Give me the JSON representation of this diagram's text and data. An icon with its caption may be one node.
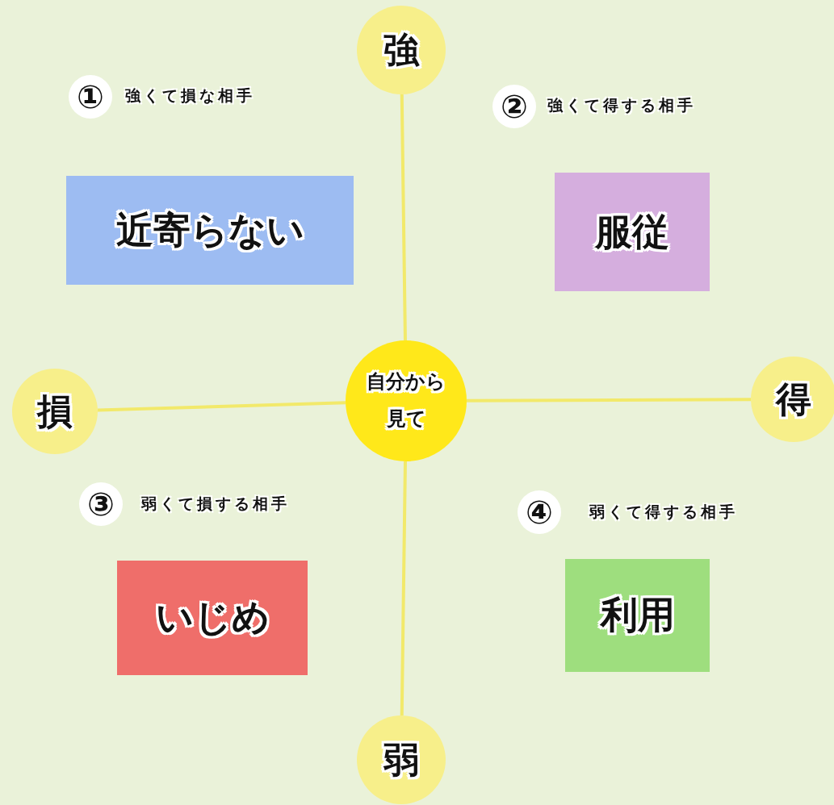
{
  "diagram": {
    "nodes": [
      {
        "text": [
          "自分から見て"
        ]
      },
      {
        "text": [
          "強"
        ]
      },
      {
        "text": [
          "損"
        ]
      },
      {
        "text": [
          "得"
        ]
      },
      {
        "text": [
          "弱"
        ]
      },
      {
        "text": [
          "近寄らない"
        ],
        "beside": [
          "①",
          "強くて損な相手"
        ]
      },
      {
        "text": [
          "服従"
        ],
        "beside": [
          "②",
          "強くて得する相手"
        ]
      },
      {
        "text": [
          "いじめ"
        ],
        "beside": [
          "③",
          "弱くて損する相手"
        ]
      },
      {
        "text": [
          "利用"
        ],
        "beside": [
          "④",
          "弱くて得する相手"
        ]
      }
    ],
    "edges": [
      {
        "from": 0,
        "to": 1,
        "arrow": "none"
      },
      {
        "from": 0,
        "to": 2,
        "arrow": "none"
      },
      {
        "from": 0,
        "to": 3,
        "arrow": "none"
      },
      {
        "from": 0,
        "to": 4,
        "arrow": "none"
      }
    ]
  }
}
